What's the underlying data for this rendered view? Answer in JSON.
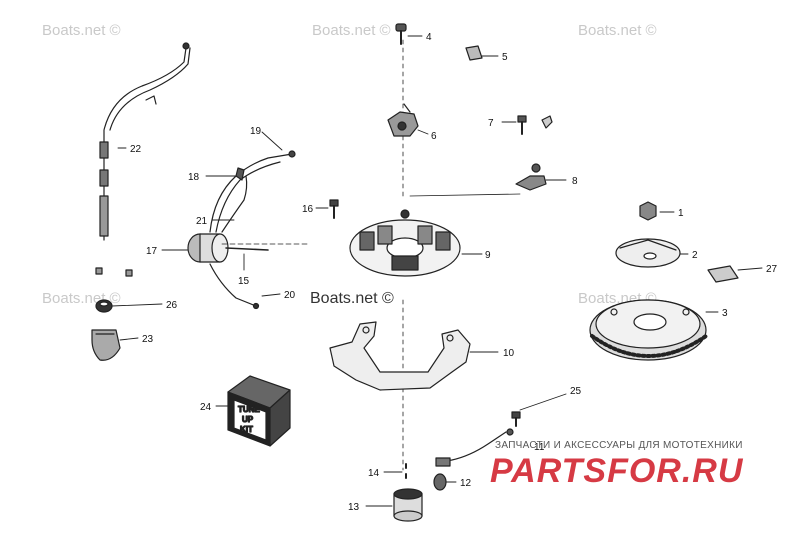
{
  "watermarks": [
    "Boats.net ©",
    "Boats.net ©",
    "Boats.net ©",
    "Boats.net ©",
    "Boats.net ©",
    "Boats.net ©"
  ],
  "parts": [
    "1",
    "2",
    "3",
    "4",
    "5",
    "6",
    "7",
    "8",
    "9",
    "10",
    "11",
    "12",
    "13",
    "14",
    "15",
    "16",
    "17",
    "18",
    "19",
    "20",
    "21",
    "22",
    "23",
    "24",
    "25",
    "26",
    "27"
  ],
  "kit_label": [
    "TUNE",
    "UP",
    "KIT"
  ],
  "brand": {
    "tagline": "ЗАПЧАСТИ И АКСЕССУАРЫ ДЛЯ МОТОТЕХНИКИ",
    "name": "PARTSFOR.RU",
    "color": "#d63a44"
  }
}
